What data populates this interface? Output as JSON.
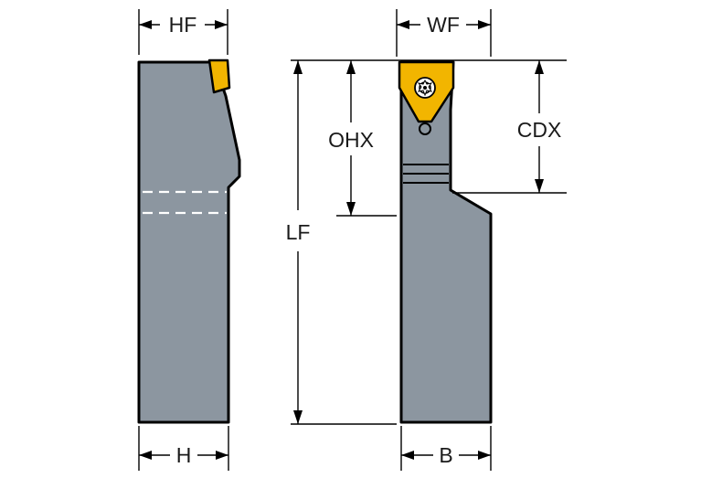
{
  "dimensions": {
    "hf": "HF",
    "wf": "WF",
    "ohx": "OHX",
    "cdx": "CDX",
    "lf": "LF",
    "h": "H",
    "b": "B"
  },
  "colors": {
    "body": "#8c96a0",
    "insert": "#f2b500",
    "outline": "#000000",
    "background": "#ffffff"
  }
}
